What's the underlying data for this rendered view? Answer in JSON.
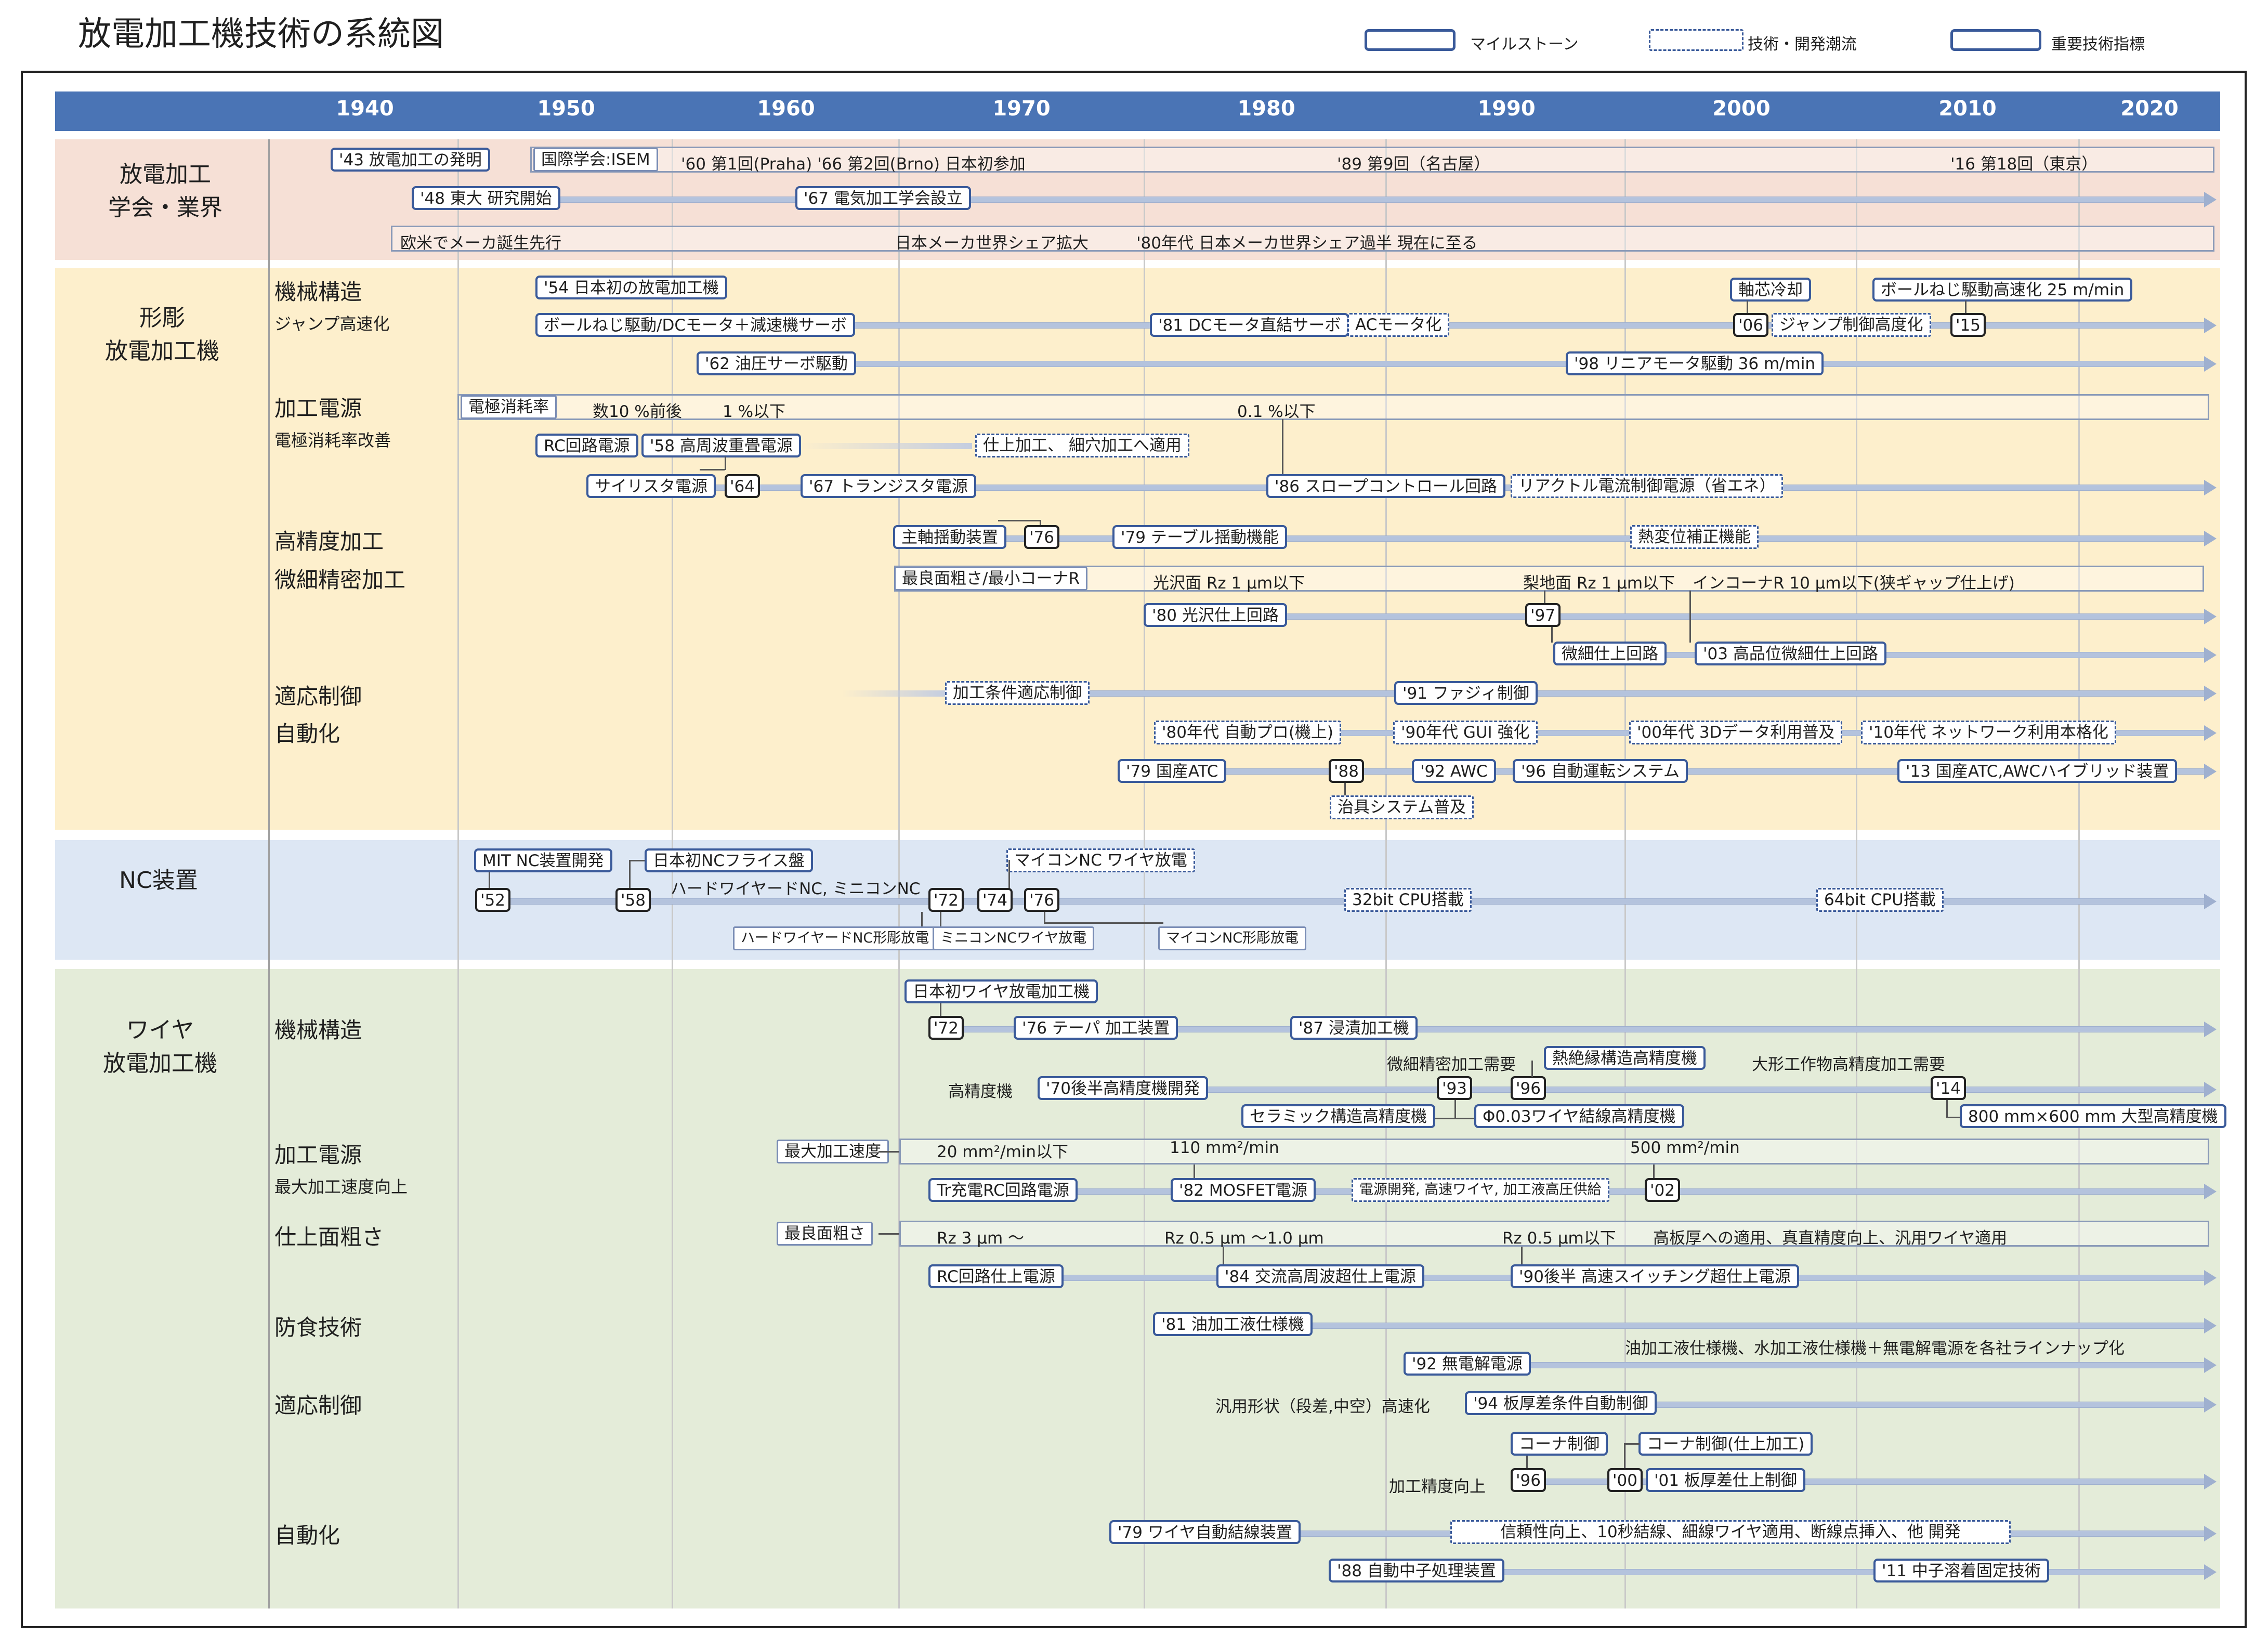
{
  "title": "放電加工機技術の系統図",
  "legend": {
    "milestone": "マイルストーン",
    "trend": "技術・開発潮流",
    "key_tech": "重要技術指標"
  },
  "years": [
    "1940",
    "1950",
    "1960",
    "1970",
    "1980",
    "1990",
    "2000",
    "2010",
    "2020"
  ],
  "colors": {
    "header": "#4a74b5",
    "band_society": "#f6e0d6",
    "band_diesink": "#fdefcc",
    "band_nc": "#dde7f4",
    "band_wire": "#e4ecd9",
    "node_border": "#3a5a9a"
  },
  "sections": {
    "society": {
      "label_lines": [
        "放電加工",
        "学会・業界"
      ]
    },
    "diesink": {
      "label_lines": [
        "形彫",
        "放電加工機"
      ],
      "subs": {
        "mech": "機械構造",
        "mech_small": "ジャンプ高速化",
        "power": "加工電源",
        "power_small": "電極消耗率改善",
        "prec1": "高精度加工",
        "prec2": "微細精密加工",
        "adapt": "適応制御",
        "auto": "自動化"
      }
    },
    "nc": {
      "label_lines": [
        "NC装置"
      ]
    },
    "wire": {
      "label_lines": [
        "ワイヤ",
        "放電加工機"
      ],
      "subs": {
        "mech": "機械構造",
        "power": "加工電源",
        "power_small": "最大加工速度向上",
        "finish": "仕上面粗さ",
        "corrosion": "防食技術",
        "adapt": "適応制御",
        "auto": "自動化"
      }
    }
  },
  "items": {
    "s1": "'43 放電加工の発明",
    "s2": "国際学会:ISEM",
    "s3": "'60 第1回(Praha) '66 第2回(Brno) 日本初参加",
    "s4": "'89 第9回（名古屋）",
    "s5": "'16 第18回（東京）",
    "s6": "'48 東大 研究開始",
    "s7": "'67 電気加工学会設立",
    "s8": "欧米でメーカ誕生先行",
    "s9": "日本メーカ世界シェア拡大",
    "s10": "'80年代 日本メーカ世界シェア過半  現在に至る",
    "d1": "'54 日本初の放電加工機",
    "d2": "ボールねじ駆動/DCモータ＋減速機サーボ",
    "d3": "'81 DCモータ直結サーボ",
    "d4": "ACモータ化",
    "d5": "'62 油圧サーボ駆動",
    "d6": "軸芯冷却",
    "d7": "ボールねじ駆動高速化 25 m/min",
    "d8": "'06",
    "d9": "ジャンプ制御高度化",
    "d10": "'15",
    "d11": "'98 リニアモータ駆動  36 m/min",
    "p1": "電極消耗率",
    "p2": "数10 %前後",
    "p3": "1 %以下",
    "p4": "0.1 %以下",
    "p5": "RC回路電源",
    "p6": "'58 高周波重畳電源",
    "p7": "仕上加工、 細穴加工へ適用",
    "p8": "サイリスタ電源",
    "p9": "'64",
    "p10": "'67 トランジスタ電源",
    "p11": "'86 スロープコントロール回路",
    "p12": "リアクトル電流制御電源（省エネ）",
    "h1": "主軸揺動装置",
    "h2": "'76",
    "h3": "'79 テーブル揺動機能",
    "h4": "熱変位補正機能",
    "h5": "最良面粗さ/最小コーナR",
    "h6": "光沢面 Rz 1 μm以下",
    "h7": "梨地面 Rz 1 μm以下",
    "h8": "インコーナR 10 μm以下(狭ギャップ仕上げ)",
    "h9": "'80 光沢仕上回路",
    "h10": "'97",
    "h11": "微細仕上回路",
    "h12": "'03 高品位微細仕上回路",
    "a1": "加工条件適応制御",
    "a2": "'91 ファジィ制御",
    "a3": "'80年代 自動プロ(機上)",
    "a4": "'90年代 GUI 強化",
    "a5": "'00年代 3Dデータ利用普及",
    "a6": "'10年代 ネットワーク利用本格化",
    "a7": "'79 国産ATC",
    "a8": "'88",
    "a9": "'92 AWC",
    "a10": "'96 自動運転システム",
    "a11": "'13 国産ATC,AWCハイブリッド装置",
    "a12": "治具システム普及",
    "n1": "MIT NC装置開発",
    "n2": "日本初NCフライス盤",
    "n3": "ハードワイヤードNC, ミニコンNC",
    "n4": "マイコンNC    ワイヤ放電",
    "n5": "'52",
    "n6": "'58",
    "n7": "'72",
    "n8": "'74",
    "n9": "'76",
    "n10": "32bit CPU搭載",
    "n11": "64bit CPU搭載",
    "n12": "ハードワイヤードNC形彫放電",
    "n13": "ミニコンNCワイヤ放電",
    "n14": "マイコンNC形彫放電",
    "w1": "日本初ワイヤ放電加工機",
    "w2": "'72",
    "w3": "'76 テーパ  加工装置",
    "w4": "'87 浸漬加工機",
    "w5": "微細精密加工需要",
    "w6": "熱絶縁構造高精度機",
    "w7": "大形工作物高精度加工需要",
    "w8": "高精度機",
    "w9": "'70後半高精度機開発",
    "w10": "'93",
    "w11": "'96",
    "w12": "'14",
    "w13": "セラミック構造高精度機",
    "w14": "Φ0.03ワイヤ結線高精度機",
    "w15": "800 mm×600 mm 大型高精度機",
    "wp1": "最大加工速度",
    "wp2": "20 mm²/min以下",
    "wp3": "110 mm²/min",
    "wp4": "500 mm²/min",
    "wp5": "Tr充電RC回路電源",
    "wp6": "'82 MOSFET電源",
    "wp7": "電源開発, 高速ワイヤ, 加工液高圧供給",
    "wp8": "'02",
    "wf1": "最良面粗さ",
    "wf2": "Rz 3 μm 〜",
    "wf3": "Rz 0.5 μm 〜1.0 μm",
    "wf4": "Rz 0.5 μm以下",
    "wf5": "高板厚への適用、真直精度向上、汎用ワイヤ適用",
    "wf6": "RC回路仕上電源",
    "wf7": "'84 交流高周波超仕上電源",
    "wf8": "'90後半 高速スイッチング超仕上電源",
    "wc1": "'81 油加工液仕様機",
    "wc2": "油加工液仕様機、水加工液仕様機＋無電解電源を各社ラインナップ化",
    "wc3": "'92 無電解電源",
    "wa1": "汎用形状（段差,中空）高速化",
    "wa2": "'94 板厚差条件自動制御",
    "wa3": "コーナ制御",
    "wa4": "コーナ制御(仕上加工)",
    "wa5": "加工精度向上",
    "wa6": "'96",
    "wa7": "'00",
    "wa8": "'01 板厚差仕上制御",
    "wu1": "'79 ワイヤ自動結線装置",
    "wu2": "信頼性向上、10秒結線、細線ワイヤ適用、断線点挿入、他   開発",
    "wu3": "'88 自動中子処理装置",
    "wu4": "'11 中子溶着固定技術"
  }
}
